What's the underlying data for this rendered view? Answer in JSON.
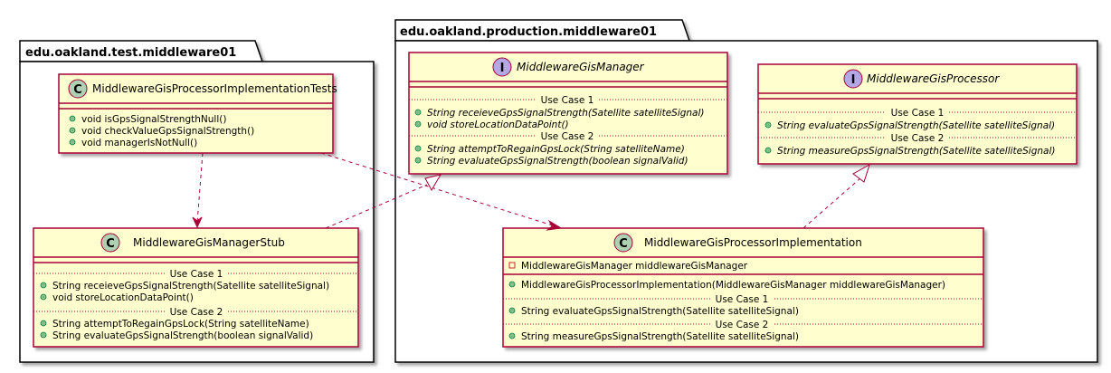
{
  "colors": {
    "class_fill": "#FEFECE",
    "class_border": "#A80036",
    "class_circle": "#ADD1B2",
    "interface_circle": "#B4A7E5",
    "arrow": "#A80036",
    "package_border": "#000000",
    "vis_public": "#84BE84",
    "vis_private_border": "#C82930"
  },
  "packages": [
    {
      "name": "edu.oakland.test.middleware01"
    },
    {
      "name": "edu.oakland.production.middleware01"
    }
  ],
  "classes": {
    "tests": {
      "stereo": "C",
      "name": "MiddlewareGisProcessorImplementationTests",
      "members": [
        "void isGpsSignalStrengthNull()",
        "void checkValueGpsSignalStrength()",
        "void managerIsNotNull()"
      ]
    },
    "stub": {
      "stereo": "C",
      "name": "MiddlewareGisManagerStub",
      "section1": "Use Case 1",
      "members1": [
        "String receieveGpsSignalStrength(Satellite satelliteSignal)",
        "void storeLocationDataPoint()"
      ],
      "section2": "Use Case 2",
      "members2": [
        "String attemptToRegainGpsLock(String satelliteName)",
        "String evaluateGpsSignalStrength(boolean signalValid)"
      ]
    },
    "manager": {
      "stereo": "I",
      "name": "MiddlewareGisManager",
      "section1": "Use Case 1",
      "members1": [
        "String receieveGpsSignalStrength(Satellite satelliteSignal)",
        "void storeLocationDataPoint()"
      ],
      "section2": "Use Case 2",
      "members2": [
        "String attemptToRegainGpsLock(String satelliteName)",
        "String evaluateGpsSignalStrength(boolean signalValid)"
      ]
    },
    "processor": {
      "stereo": "I",
      "name": "MiddlewareGisProcessor",
      "section1": "Use Case 1",
      "members1": [
        "String evaluateGpsSignalStrength(Satellite satelliteSignal)"
      ],
      "section2": "Use Case 2",
      "members2": [
        "String measureGpsSignalStrength(Satellite satelliteSignal)"
      ]
    },
    "impl": {
      "stereo": "C",
      "name": "MiddlewareGisProcessorImplementation",
      "field": "MiddlewareGisManager middlewareGisManager",
      "constructor": "MiddlewareGisProcessorImplementation(MiddlewareGisManager middlewareGisManager)",
      "section1": "Use Case 1",
      "members1": [
        "String evaluateGpsSignalStrength(Satellite satelliteSignal)"
      ],
      "section2": "Use Case 2",
      "members2": [
        "String measureGpsSignalStrength(Satellite satelliteSignal)"
      ]
    }
  }
}
